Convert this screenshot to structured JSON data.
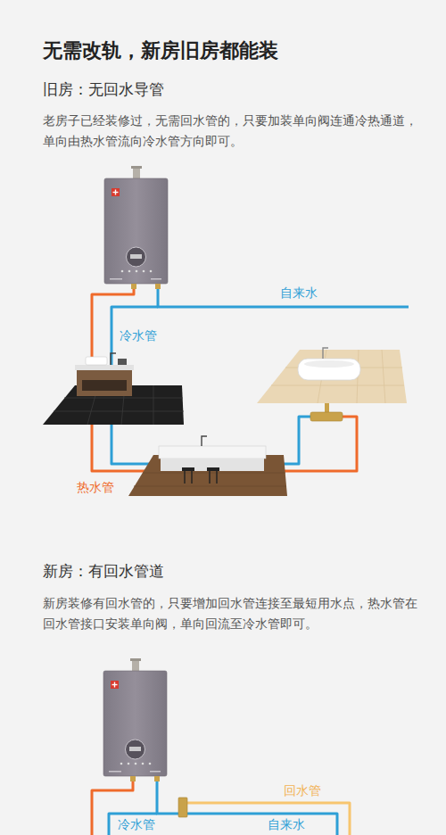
{
  "diagram": {
    "title": "无需改轨，新房旧房都能装",
    "labels": [
      "旧房：无回水导管",
      "老房子已经装修过，无需回水管的，只要加装单向阀连通冷热通道，单向由热水管流向冷水管方向即可。",
      "自来水",
      "冷水管",
      "热水管",
      "新房：有回水管道",
      "新房装修有回水管的，只要增加回水管连接至最短用水点，热水管在回水管接口安装单向阀，单向回流至冷水管即可。",
      "回水管",
      "冷水管",
      "自来水"
    ]
  }
}
